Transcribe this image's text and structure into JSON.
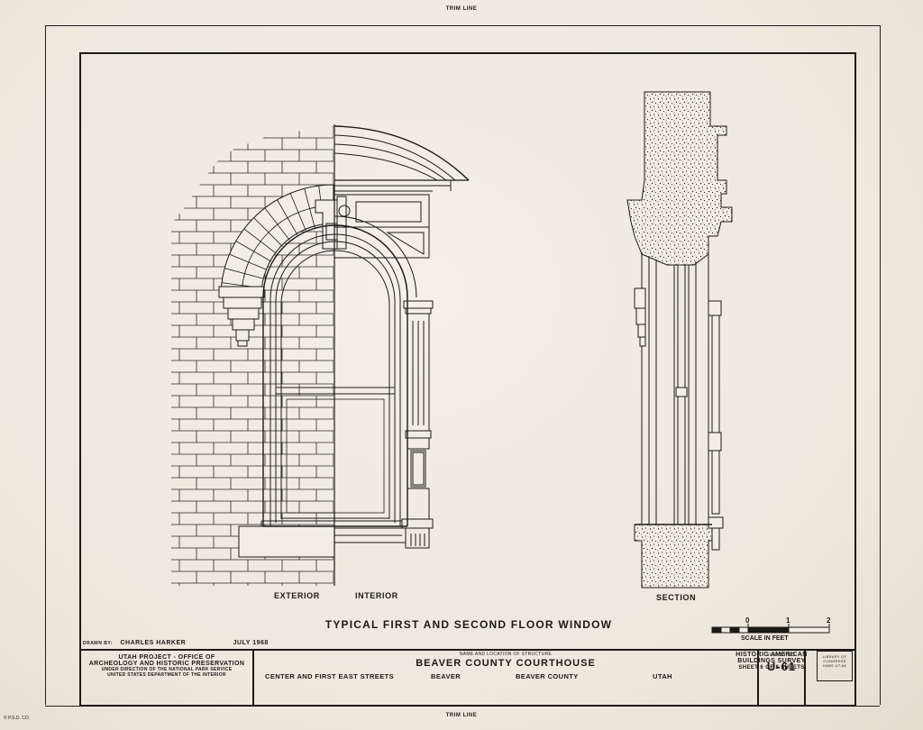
{
  "trim": {
    "top_label": "TRIM LINE",
    "bottom_label": "TRIM LINE"
  },
  "drawing": {
    "title": "TYPICAL FIRST AND SECOND FLOOR WINDOW",
    "labels": {
      "exterior": "EXTERIOR",
      "interior": "INTERIOR",
      "section": "SECTION"
    },
    "scale": {
      "ticks": [
        "0",
        "1",
        "2"
      ],
      "caption": "SCALE IN FEET"
    }
  },
  "title_block": {
    "drawn_by_label": "DRAWN BY:",
    "drawn_by_name": "CHARLES HARKER",
    "drawn_date": "JULY 1968",
    "agency_line1": "UTAH PROJECT - OFFICE OF",
    "agency_line2": "ARCHEOLOGY AND HISTORIC PRESERVATION",
    "agency_line3": "UNDER DIRECTION OF THE NATIONAL PARK SERVICE",
    "agency_line4": "UNITED STATES DEPARTMENT OF THE INTERIOR",
    "structure_caption": "NAME AND LOCATION OF STRUCTURE",
    "structure_name": "BEAVER COUNTY COURTHOUSE",
    "address": "CENTER AND FIRST EAST STREETS",
    "city": "BEAVER",
    "county": "BEAVER COUNTY",
    "state": "UTAH",
    "survey_caption": "SURVEY NO.",
    "survey_no": "U-61",
    "program_line1": "HISTORIC AMERICAN",
    "program_line2": "BUILDINGS SURVEY",
    "sheet_label": "SHEET",
    "sheet_no": "6",
    "of_label": "OF",
    "sheet_total": "8",
    "sheets_label": "SHEETS",
    "library_line1": "LIBRARY OF CONGRESS",
    "library_line2": "HABS UT-88"
  },
  "print_mark": "© P.S.D. CO."
}
